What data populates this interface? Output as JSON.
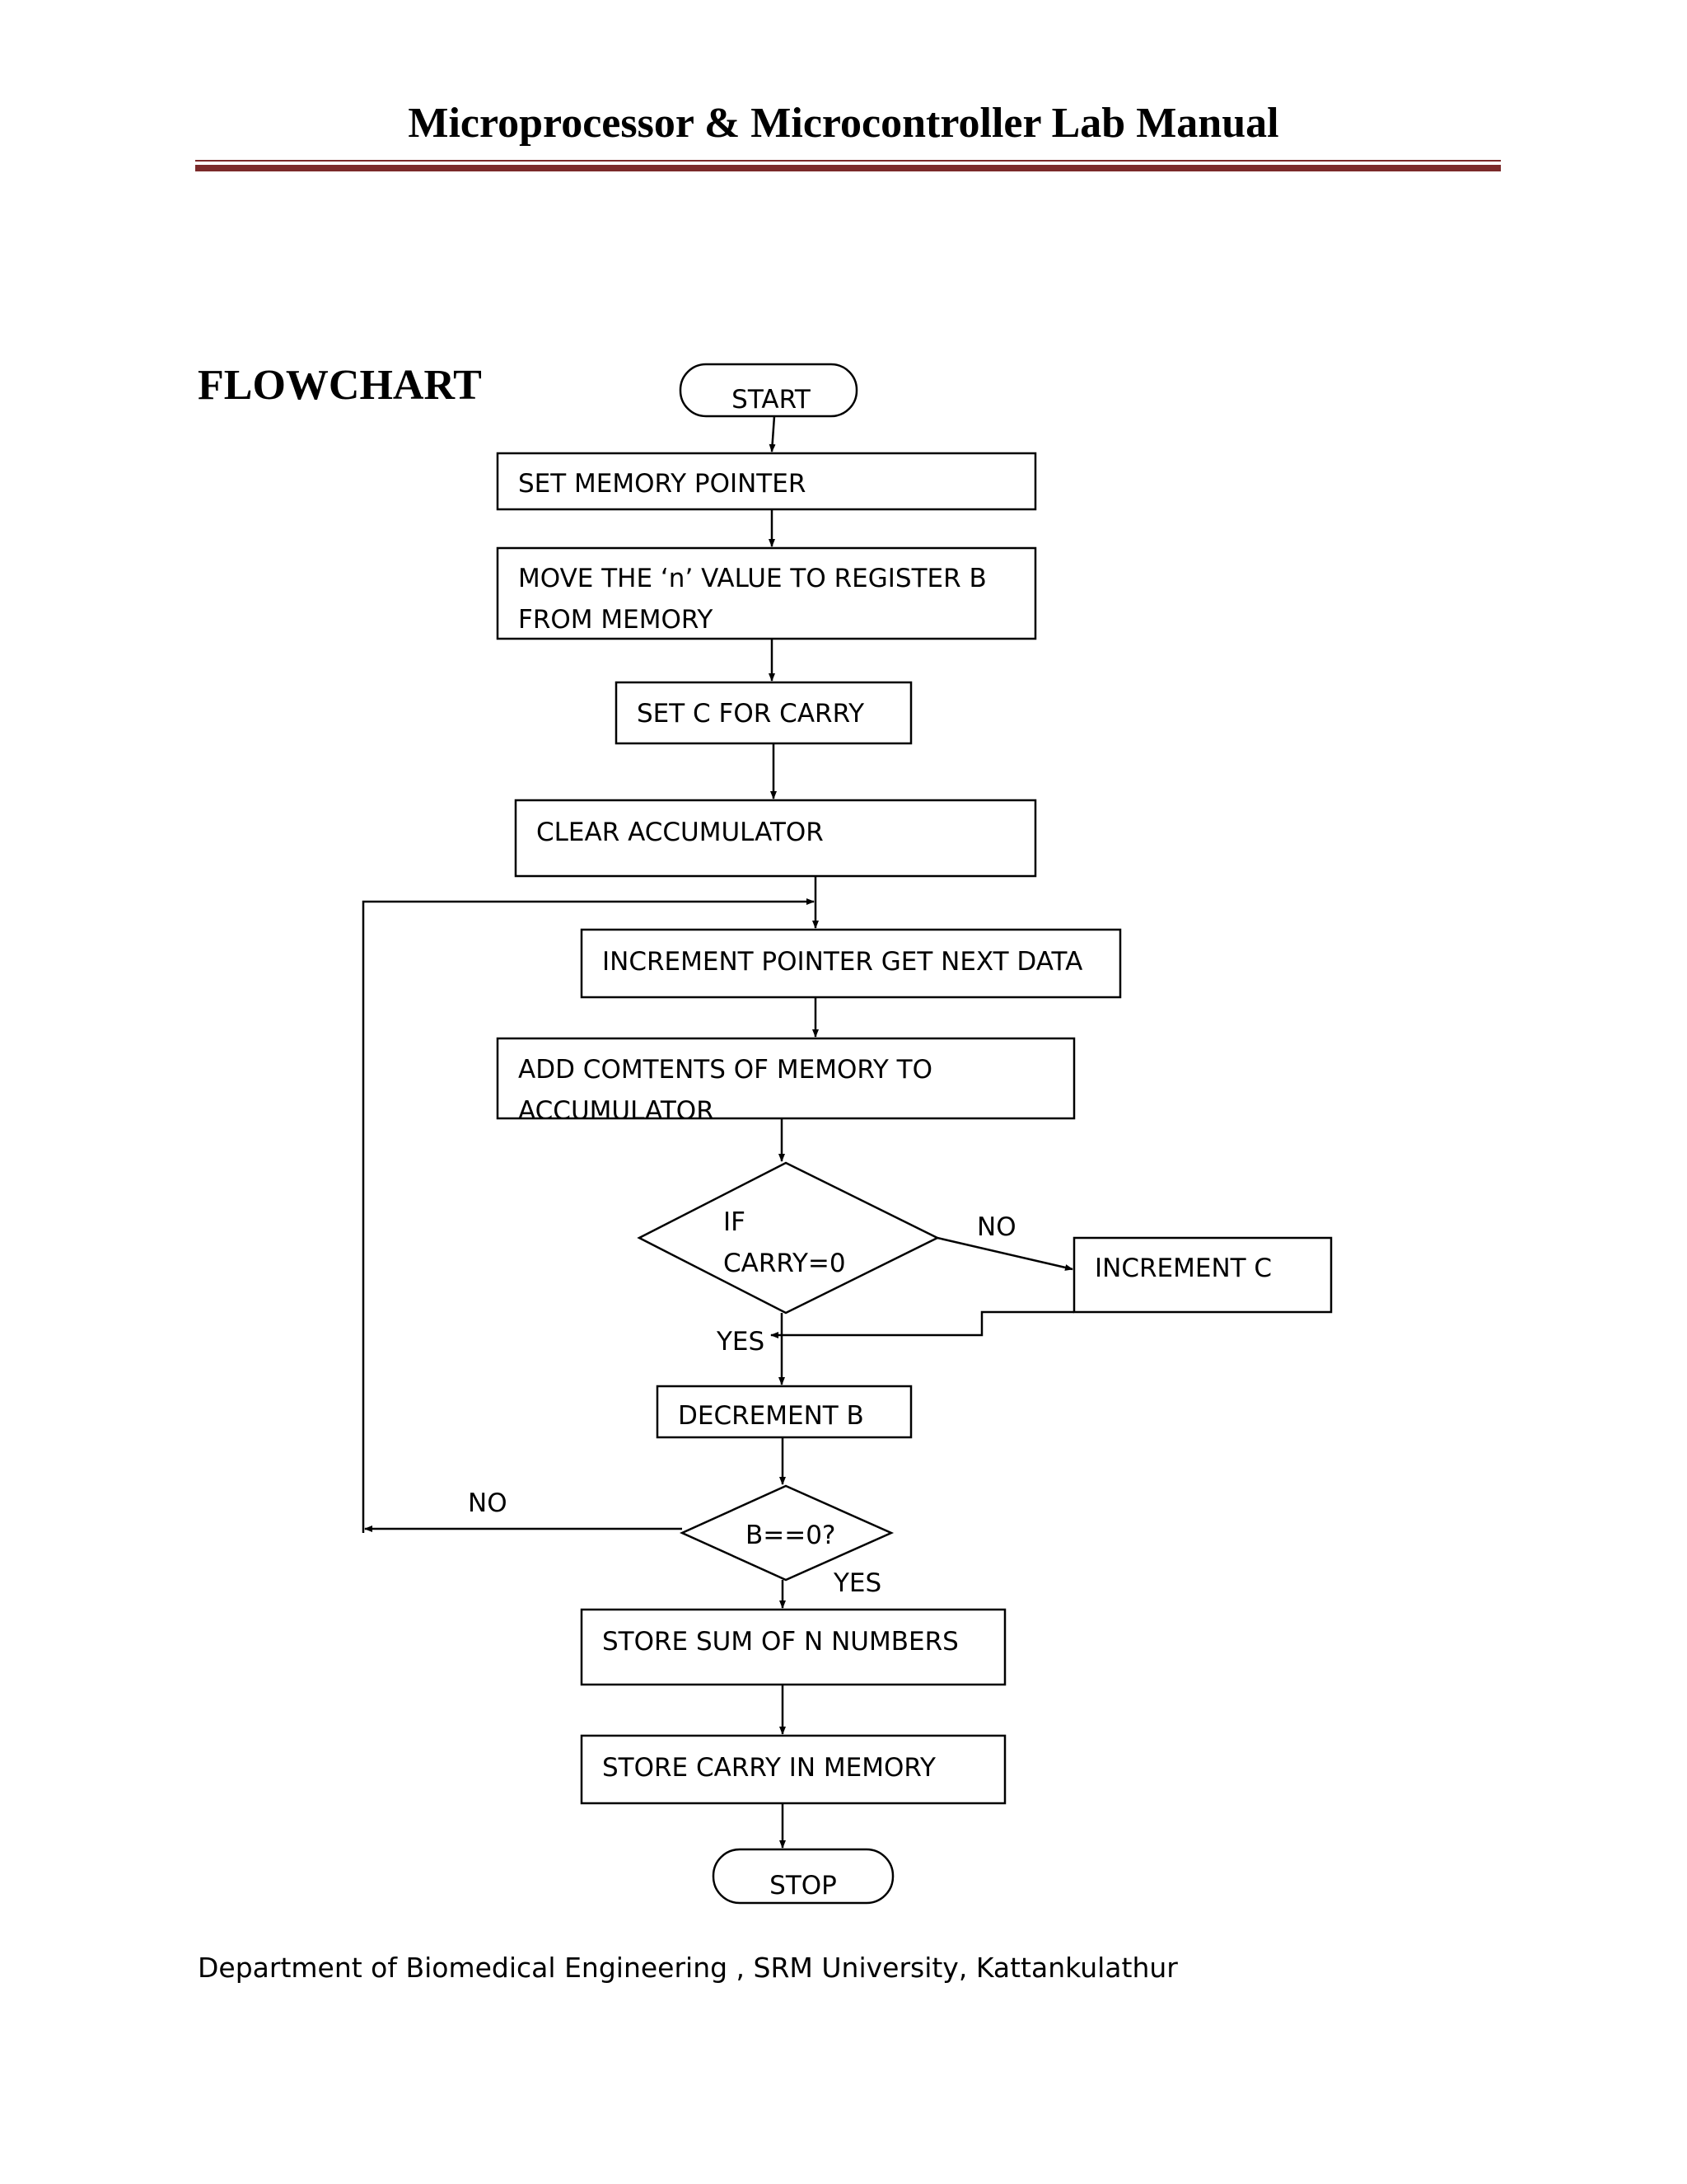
{
  "header": {
    "title": "Microprocessor & Microcontroller Lab Manual"
  },
  "section": {
    "title": "FLOWCHART"
  },
  "flowchart": {
    "start": "START",
    "set_pointer": "SET MEMORY POINTER",
    "move_n_line1": "MOVE THE ‘n’ VALUE TO REGISTER B",
    "move_n_line2": "FROM MEMORY",
    "set_c": "SET C FOR CARRY",
    "clear_acc": "CLEAR ACCUMULATOR",
    "inc_pointer": "INCREMENT POINTER GET NEXT DATA",
    "add_line1": "ADD COMTENTS OF MEMORY TO",
    "add_line2": "ACCUMULATOR",
    "carry_line1": "IF",
    "carry_line2": "CARRY=0",
    "carry_no": "NO",
    "carry_yes": "YES",
    "inc_c": "INCREMENT C",
    "dec_b": "DECREMENT B",
    "b_zero": "B==0?",
    "b_no": "NO",
    "b_yes": "YES",
    "store_sum": "STORE SUM OF N NUMBERS",
    "store_carry": "STORE CARRY IN MEMORY",
    "stop": "STOP"
  },
  "footer": {
    "text": "Department of Biomedical Engineering , SRM University, Kattankulathur"
  }
}
